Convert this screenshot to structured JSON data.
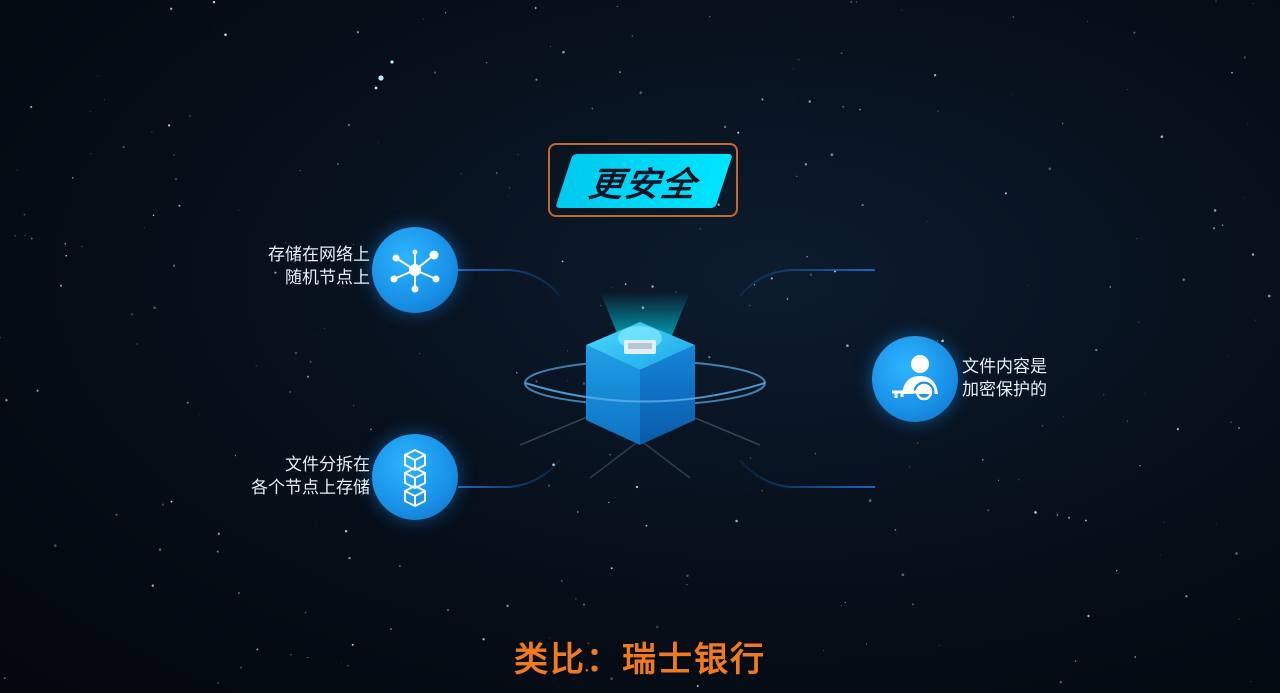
{
  "title": "更安全",
  "nodes": {
    "network": {
      "line1": "存储在网络上",
      "line2": "随机节点上",
      "icon": "network-nodes-icon"
    },
    "split": {
      "line1": "文件分拆在",
      "line2": "各个节点上存储",
      "icon": "stacked-blocks-icon"
    },
    "encrypt": {
      "line1": "文件内容是",
      "line2": "加密保护的",
      "icon": "user-key-icon"
    }
  },
  "center_icon": "cube-icon",
  "bottom_title": "类比：瑞士银行",
  "colors": {
    "accent_cyan": "#00d8ff",
    "node_blue": "#1a90e6",
    "title_border": "#c26a2b",
    "bottom_title": "#f07a1e",
    "label_text": "#e8eef6"
  }
}
